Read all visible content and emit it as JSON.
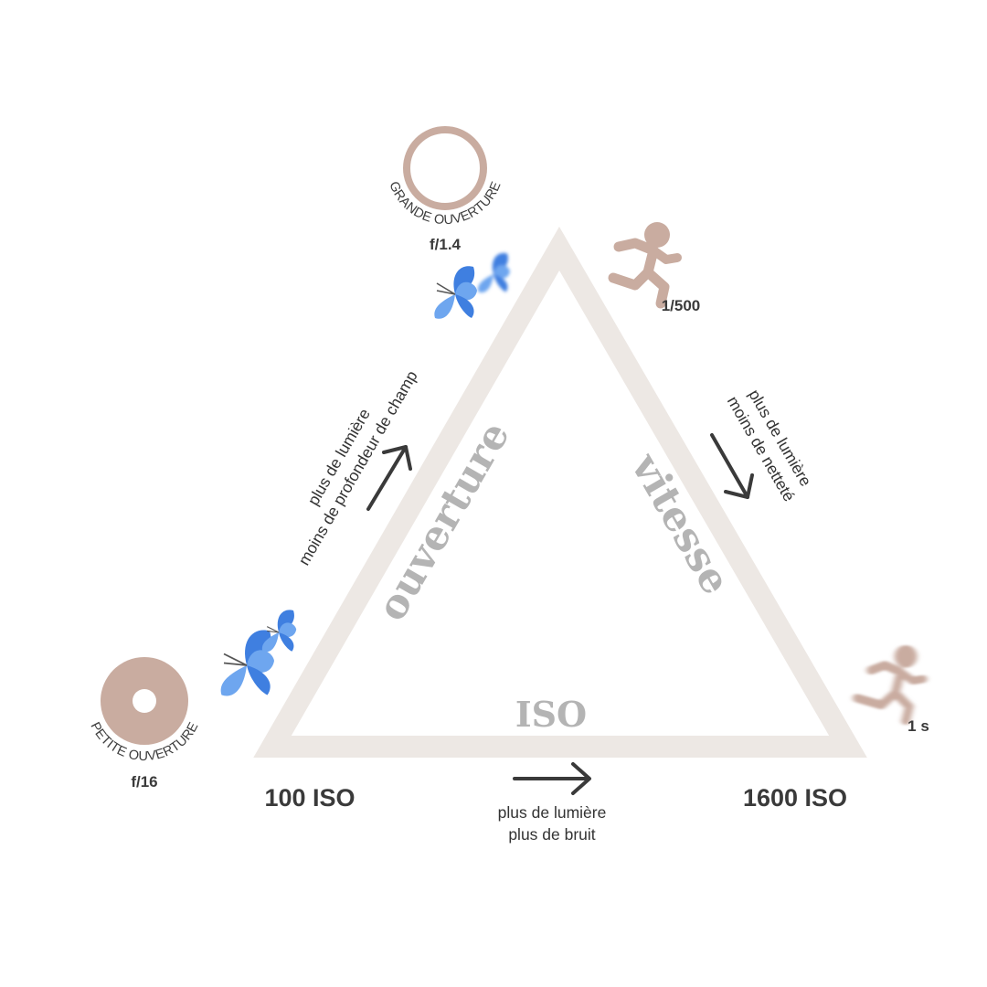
{
  "colors": {
    "triangle": "#ede8e4",
    "rose": "#c9aca0",
    "blue": "#3f7fe0",
    "blue_light": "#6ea6ef",
    "arrow": "#3a3a3a",
    "label_gray": "#b4b4b4",
    "text_dark": "#3a3a3a"
  },
  "sides": {
    "aperture_label": "ouverture",
    "speed_label": "vitesse",
    "iso_label": "ISO"
  },
  "aperture": {
    "large_caption": "GRANDE OUVERTURE",
    "large_value": "f/1.4",
    "small_caption": "PETITE OUVERTURE",
    "small_value": "f/16",
    "note_line1": "plus de lumière",
    "note_line2": "moins de profondeur de champ"
  },
  "speed": {
    "fast_value": "1/500",
    "slow_value": "1 s",
    "note_line1": "plus de lumière",
    "note_line2": "moins de netteté"
  },
  "iso": {
    "low_value": "100 ISO",
    "high_value": "1600 ISO",
    "note_line1": "plus de lumière",
    "note_line2": "plus de bruit"
  },
  "icons": {
    "aperture_open": "open-aperture-ring-icon",
    "aperture_closed": "small-aperture-disc-icon",
    "butterflies_blurred": "butterflies-blurred-icon",
    "butterflies_sharp": "butterflies-sharp-icon",
    "runner_sharp": "running-person-icon",
    "runner_blurred": "running-person-motion-blur-icon",
    "arrow": "arrow-icon"
  }
}
